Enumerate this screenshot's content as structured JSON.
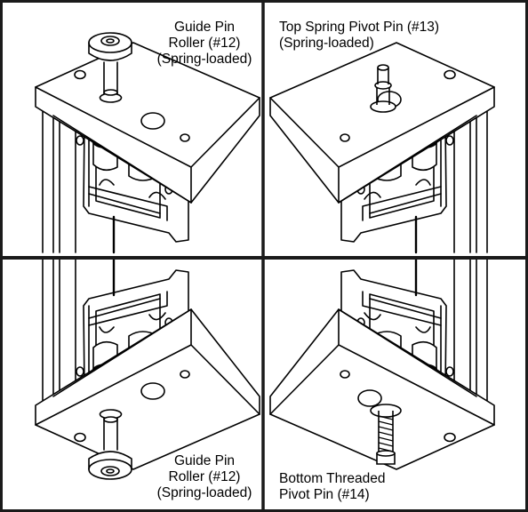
{
  "panels": [
    {
      "id": "top-left",
      "label_lines": [
        "Guide Pin",
        "Roller (#12)",
        "(Spring-loaded)"
      ]
    },
    {
      "id": "top-right",
      "label_lines": [
        "Top Spring Pivot Pin  (#13)",
        "(Spring-loaded)"
      ]
    },
    {
      "id": "bottom-left",
      "label_lines": [
        "Guide Pin",
        "Roller (#12)",
        "(Spring-loaded)"
      ]
    },
    {
      "id": "bottom-right",
      "label_lines": [
        "Bottom Threaded",
        "Pivot Pin (#14)"
      ]
    }
  ],
  "colors": {
    "stroke": "#000000",
    "fill": "#ffffff",
    "frame": "#1a1a1a"
  }
}
